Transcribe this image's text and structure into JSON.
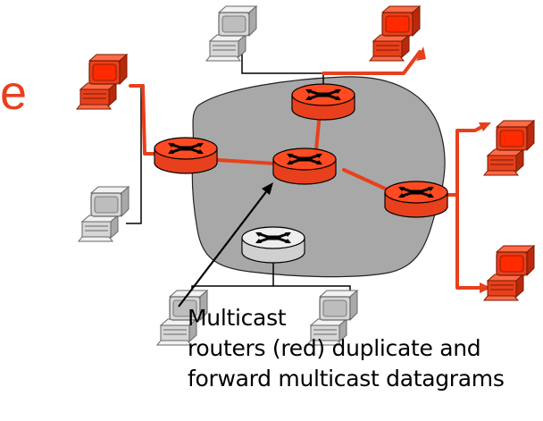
{
  "title_fragment": "e",
  "caption": {
    "line1": "Multicast",
    "line2": "routers (red) duplicate and",
    "line3": "forward multicast datagrams"
  },
  "colors": {
    "multicast": "#e8401c",
    "router_plain": "#e6e6e6",
    "network_cloud": "#a8a8a8",
    "host_plain": "#d4d4d4",
    "line_plain": "#000000"
  },
  "icons": {
    "router": "router-icon",
    "host": "desktop-computer-icon",
    "arrow": "arrow-icon"
  }
}
